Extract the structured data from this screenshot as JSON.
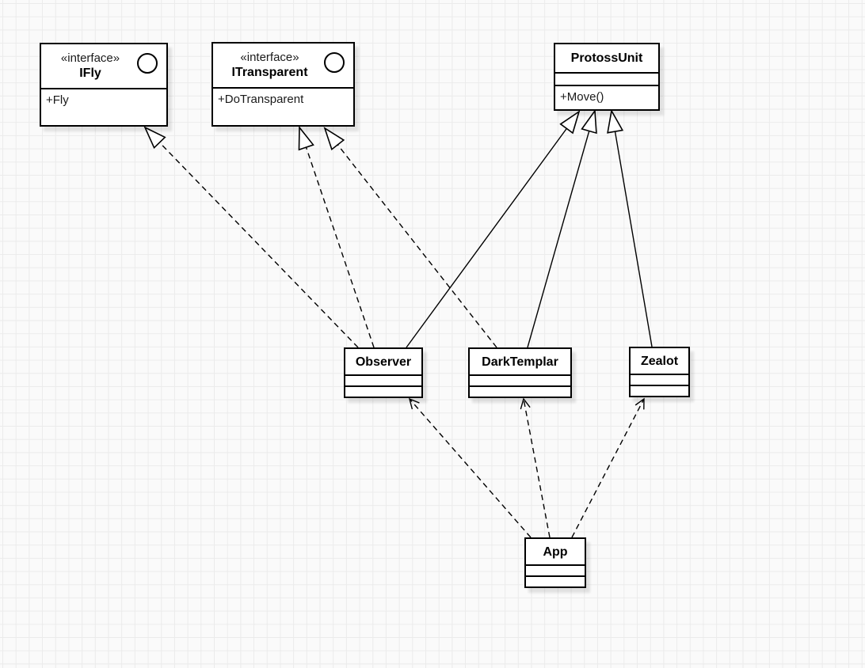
{
  "diagram": {
    "kind": "uml-class-diagram",
    "background_color": "#fafafa",
    "grid_color": "#ebebeb",
    "node_fill_color": "#ffffff",
    "stroke_color": "#000000"
  },
  "nodes": {
    "ifly": {
      "stereotype": "«interface»",
      "name": "IFly",
      "methods": [
        "+Fly"
      ]
    },
    "itransparent": {
      "stereotype": "«interface»",
      "name": "ITransparent",
      "methods": [
        "+DoTransparent"
      ]
    },
    "protossunit": {
      "name": "ProtossUnit",
      "attributes": [],
      "methods": [
        "+Move()"
      ]
    },
    "observer": {
      "name": "Observer",
      "attributes": [],
      "methods": []
    },
    "darktemplar": {
      "name": "DarkTemplar",
      "attributes": [],
      "methods": []
    },
    "zealot": {
      "name": "Zealot",
      "attributes": [],
      "methods": []
    },
    "app": {
      "name": "App",
      "attributes": [],
      "methods": []
    }
  },
  "edges": [
    {
      "from": "Observer",
      "to": "IFly",
      "type": "realization",
      "line": "dashed",
      "arrowhead": "hollow-triangle"
    },
    {
      "from": "Observer",
      "to": "ITransparent",
      "type": "realization",
      "line": "dashed",
      "arrowhead": "hollow-triangle"
    },
    {
      "from": "DarkTemplar",
      "to": "ITransparent",
      "type": "realization",
      "line": "dashed",
      "arrowhead": "hollow-triangle"
    },
    {
      "from": "Observer",
      "to": "ProtossUnit",
      "type": "generalization",
      "line": "solid",
      "arrowhead": "hollow-triangle"
    },
    {
      "from": "DarkTemplar",
      "to": "ProtossUnit",
      "type": "generalization",
      "line": "solid",
      "arrowhead": "hollow-triangle"
    },
    {
      "from": "Zealot",
      "to": "ProtossUnit",
      "type": "generalization",
      "line": "solid",
      "arrowhead": "hollow-triangle"
    },
    {
      "from": "App",
      "to": "Observer",
      "type": "dependency",
      "line": "dashed",
      "arrowhead": "open"
    },
    {
      "from": "App",
      "to": "DarkTemplar",
      "type": "dependency",
      "line": "dashed",
      "arrowhead": "open"
    },
    {
      "from": "App",
      "to": "Zealot",
      "type": "dependency",
      "line": "dashed",
      "arrowhead": "open"
    }
  ]
}
